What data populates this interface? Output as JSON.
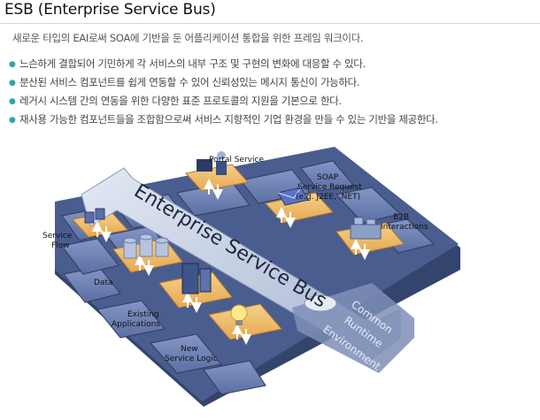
{
  "title": "ESB (Enterprise Service Bus)",
  "intro": "새로운 타입의 EAI로써 SOA에 기반을 둔 어플리케이션 통합을 위한 프레임 워크이다.",
  "bullets": [
    "느슨하게 결합되어 기민하게 각 서비스의 내부 구조 및 구현의 변화에 대응할 수 있다.",
    "분산된 서비스 컴포넌트를 쉽게 연동할 수 있어 신뢰성있는 메시지 통신이 가능하다.",
    "레거시 시스템 간의 연동을 위한 다양한 표준 프로토콜의 지원을 기본으로 한다.",
    "재사용 가능한 컴포넌트들을 조합함으로써 서비스 지향적인 기업 환경을 만들 수 있는 기반을 제공한다."
  ],
  "bullet_color": "#2aa8a4",
  "diagram": {
    "bus_label": "Enterprise Service Bus",
    "labels": {
      "portal": "Portal Service",
      "soap1": "SOAP",
      "soap2": "Service Request",
      "soap3": "(e.g. J2EE, .NET)",
      "b2b1": "B2B",
      "b2b2": "Interactions",
      "flow1": "Service",
      "flow2": "Flow",
      "data": "Data",
      "legacy1": "Existing",
      "legacy2": "Applications",
      "logic1": "New",
      "logic2": "Service Logic",
      "env1": "Common",
      "env2": "Runtime",
      "env3": "Environment"
    },
    "colors": {
      "platform": "#3d4f7a",
      "tile": "#6f84b8",
      "tile_edge": "#2e3b5e",
      "bus": "#c9d3e6",
      "env": "#8e9cbf"
    }
  }
}
